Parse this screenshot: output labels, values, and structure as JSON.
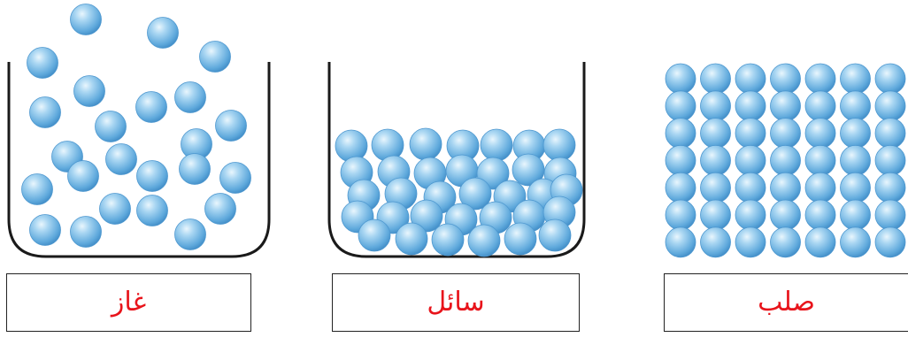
{
  "states": [
    {
      "key": "gas",
      "label": "غاز"
    },
    {
      "key": "liquid",
      "label": "سائل"
    },
    {
      "key": "solid",
      "label": "صلب"
    }
  ],
  "colors": {
    "label_text": "#e8141b",
    "particle_light": "#c6e6f8",
    "particle_mid": "#6fb6e3",
    "particle_dark": "#2f7fbf",
    "container_stroke": "#1a1a1a"
  }
}
